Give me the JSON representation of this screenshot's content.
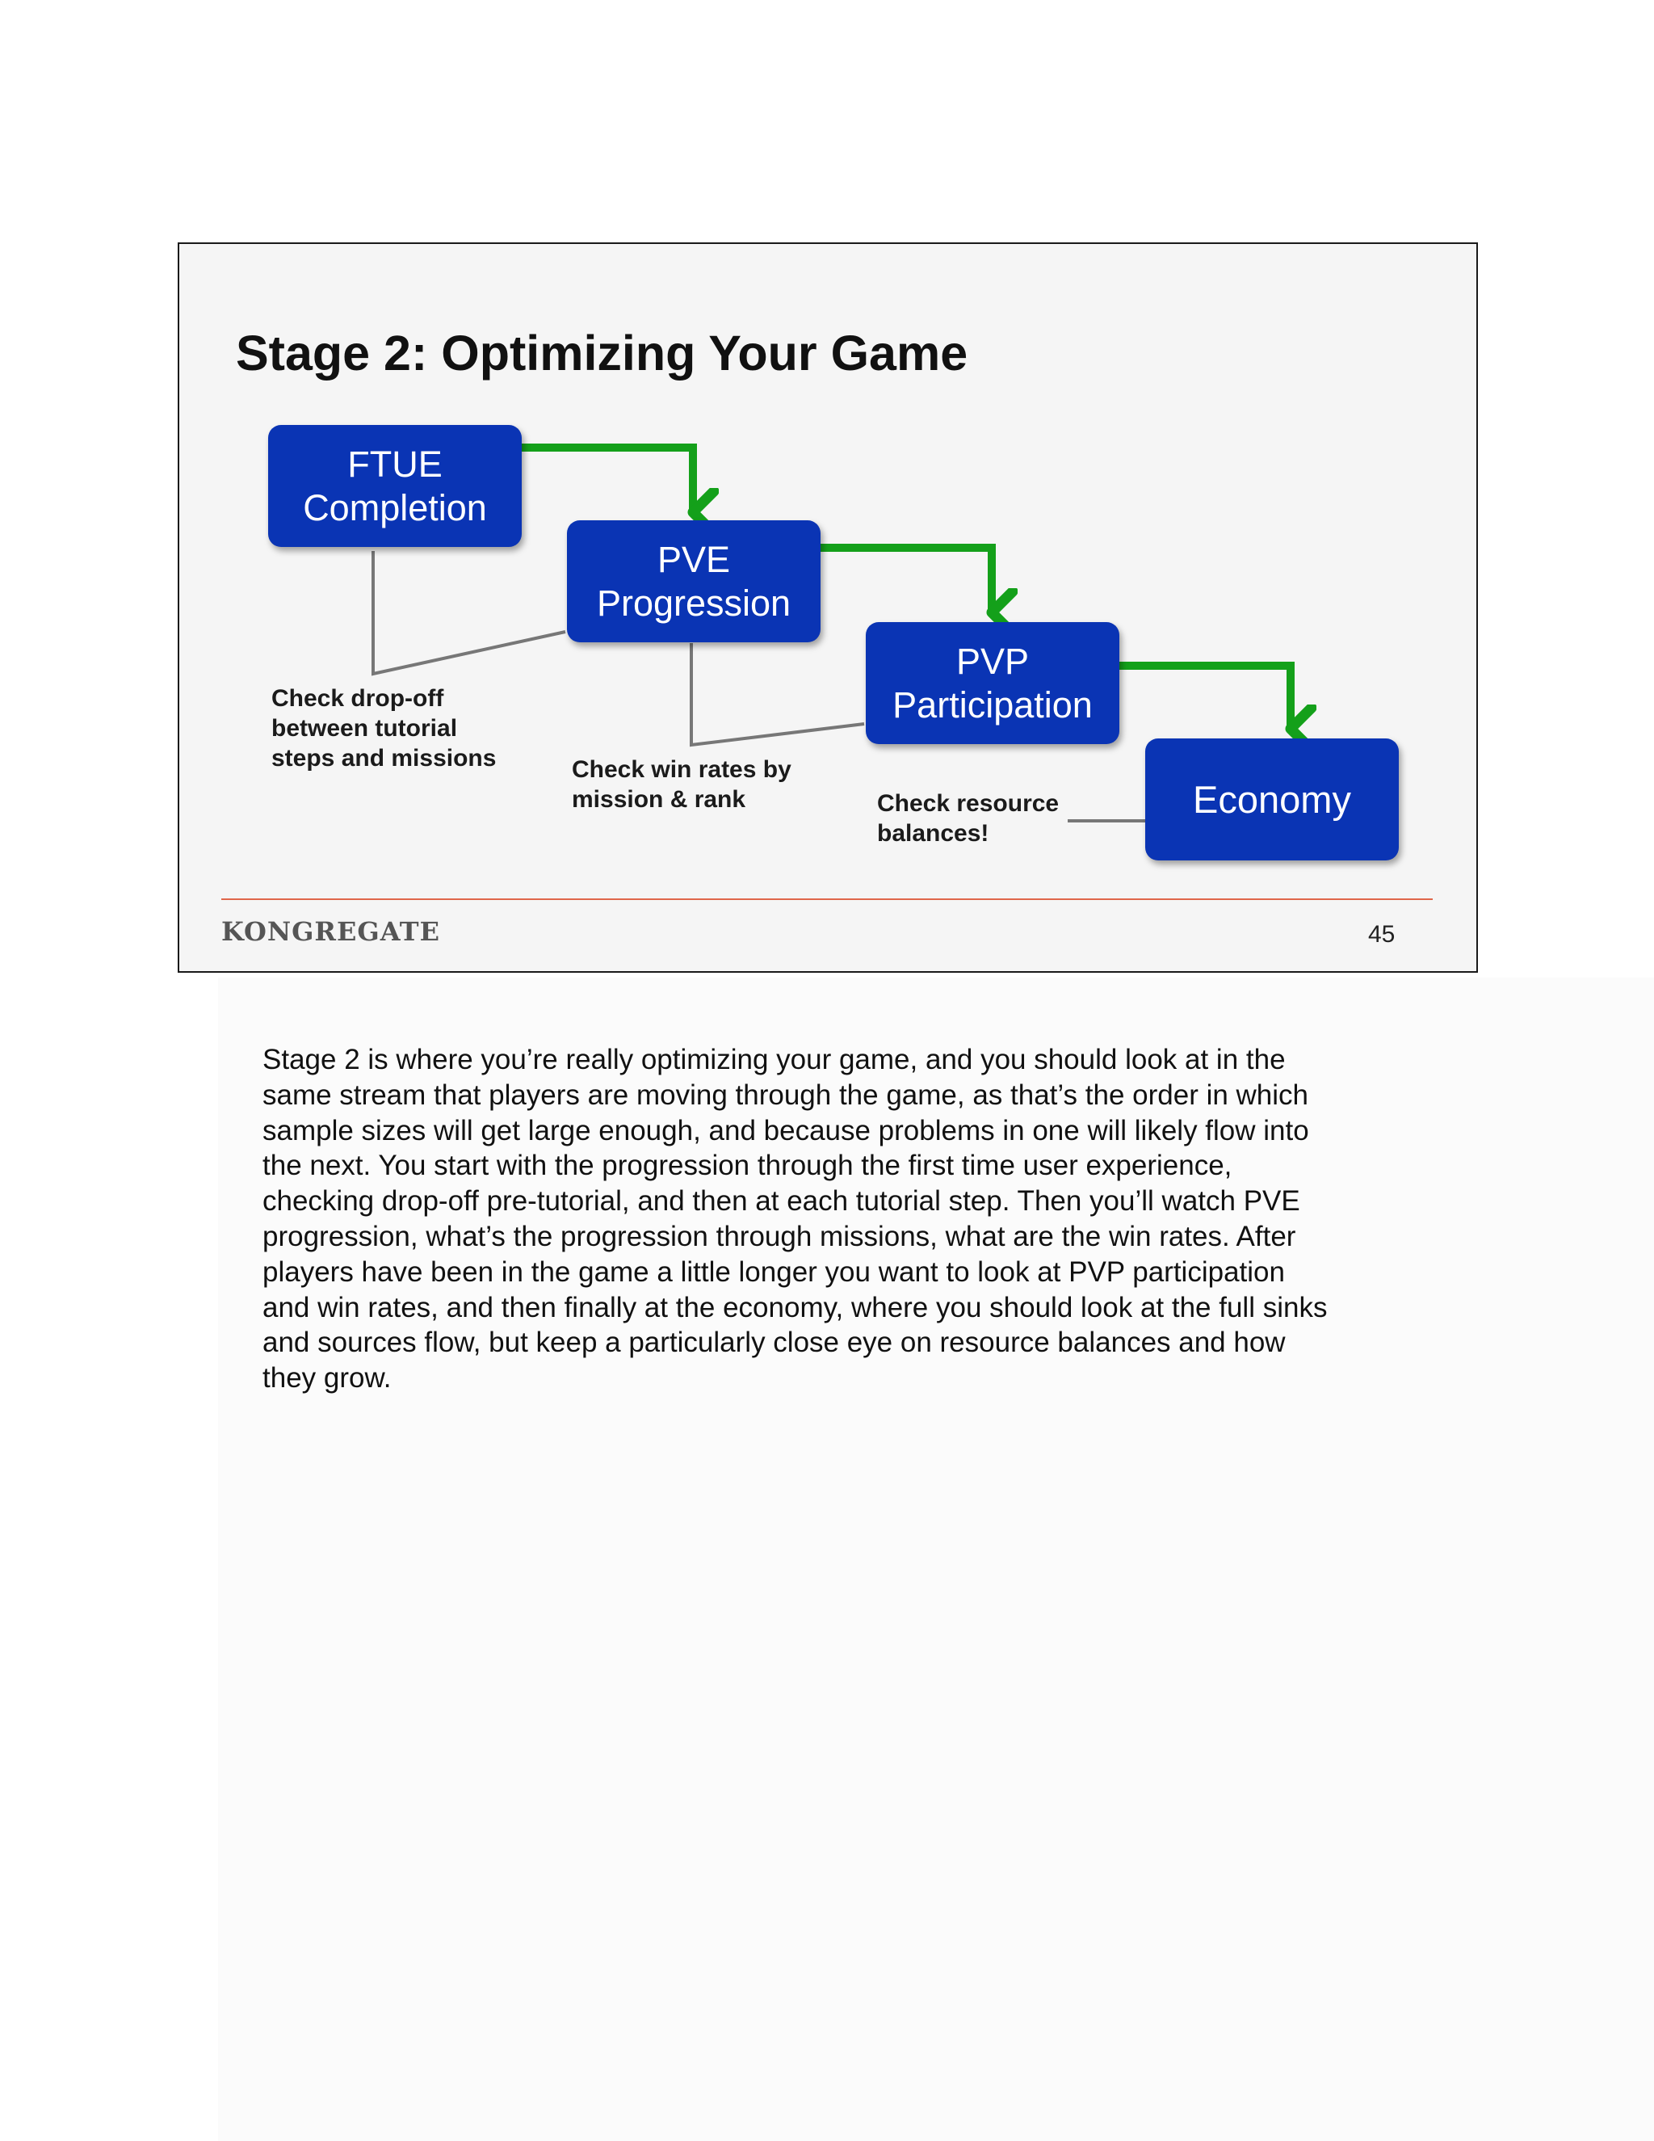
{
  "slide": {
    "title": "Stage 2: Optimizing Your Game",
    "stages": [
      {
        "line1": "FTUE",
        "line2": "Completion"
      },
      {
        "line1": "PVE",
        "line2": "Progression"
      },
      {
        "line1": "PVP",
        "line2": "Participation"
      },
      {
        "line1": "Economy"
      }
    ],
    "notes": {
      "ftue": [
        "Check drop-off",
        "between tutorial",
        "steps and missions"
      ],
      "pve": [
        "Check win rates by",
        "mission & rank"
      ],
      "economy": [
        "Check resource",
        "balances!"
      ]
    },
    "footer": {
      "brand": "KONGREGATE",
      "page_number": "45"
    },
    "colors": {
      "box": "#0a34b4",
      "arrow": "#14a01a",
      "connector": "#777777",
      "footer_rule": "#e0664a"
    }
  },
  "body": {
    "lines": [
      "Stage 2 is where you’re really optimizing your game, and you should look at in the",
      "same stream that players are moving through the game, as that’s the order in which",
      "sample sizes will get large enough, and because problems in one will likely flow into",
      "the next. You start with the progression through the first time user experience,",
      "checking drop-off pre-tutorial, and then at each tutorial step. Then you’ll watch PVE",
      "progression, what’s the progression through missions, what are the win rates. After",
      "players have been in the game a little longer you want to look at PVP participation",
      "and win rates, and then finally at the economy, where you should look at the full sinks",
      "and sources flow, but keep a particularly close eye on resource balances and how",
      "they grow."
    ]
  }
}
